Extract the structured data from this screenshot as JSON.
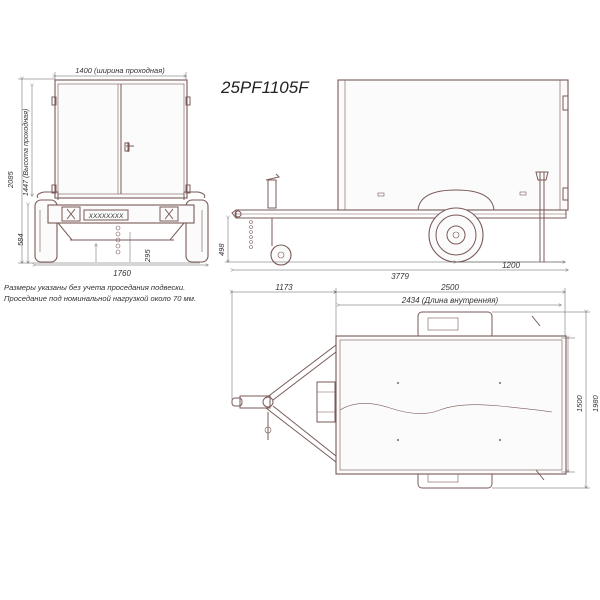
{
  "model": "25PF1105F",
  "notes": [
    "Размеры указаны без учета проседания подвески.",
    "Проседание под номинальной нагрузкой около 70 мм."
  ],
  "rear_view": {
    "width_passage": "1400 (ширина проходная)",
    "height_total": "2085",
    "height_passage": "1447 (Высота проходная)",
    "height_floor": "584",
    "plate_text": "XXXXXXXX",
    "dim_295": "295",
    "width_total": "1760"
  },
  "side_view": {
    "dim_498": "498",
    "dim_1200": "1200",
    "length_total": "3779"
  },
  "top_view": {
    "dim_1173": "1173",
    "dim_2500": "2500",
    "inner_length": "2434 (Длина внутренняя)",
    "inner_width": "1500",
    "outer_width": "1980"
  }
}
